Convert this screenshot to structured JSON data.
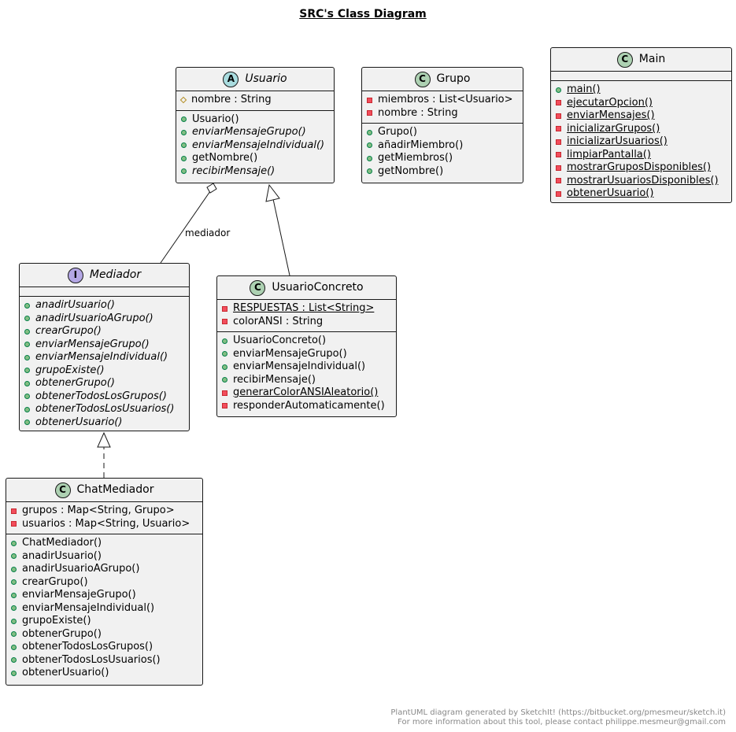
{
  "title": "SRC's Class Diagram",
  "classes": {
    "usuario": {
      "stereotype_glyph": "A",
      "name": "Usuario",
      "attributes": [
        {
          "vis": "protected",
          "text": "nombre : String",
          "italic": false,
          "underline": false
        }
      ],
      "methods": [
        {
          "vis": "public",
          "text": "Usuario()",
          "italic": false,
          "underline": false
        },
        {
          "vis": "public",
          "text": "enviarMensajeGrupo()",
          "italic": true,
          "underline": false
        },
        {
          "vis": "public",
          "text": "enviarMensajeIndividual()",
          "italic": true,
          "underline": false
        },
        {
          "vis": "public",
          "text": "getNombre()",
          "italic": false,
          "underline": false
        },
        {
          "vis": "public",
          "text": "recibirMensaje()",
          "italic": true,
          "underline": false
        }
      ]
    },
    "grupo": {
      "stereotype_glyph": "C",
      "name": "Grupo",
      "attributes": [
        {
          "vis": "private",
          "text": "miembros : List<Usuario>",
          "italic": false,
          "underline": false
        },
        {
          "vis": "private",
          "text": "nombre : String",
          "italic": false,
          "underline": false
        }
      ],
      "methods": [
        {
          "vis": "public",
          "text": "Grupo()",
          "italic": false,
          "underline": false
        },
        {
          "vis": "public",
          "text": "añadirMiembro()",
          "italic": false,
          "underline": false
        },
        {
          "vis": "public",
          "text": "getMiembros()",
          "italic": false,
          "underline": false
        },
        {
          "vis": "public",
          "text": "getNombre()",
          "italic": false,
          "underline": false
        }
      ]
    },
    "main": {
      "stereotype_glyph": "C",
      "name": "Main",
      "attributes": [],
      "methods": [
        {
          "vis": "public",
          "text": "main()",
          "italic": false,
          "underline": true
        },
        {
          "vis": "private",
          "text": "ejecutarOpcion()",
          "italic": false,
          "underline": true
        },
        {
          "vis": "private",
          "text": "enviarMensajes()",
          "italic": false,
          "underline": true
        },
        {
          "vis": "private",
          "text": "inicializarGrupos()",
          "italic": false,
          "underline": true
        },
        {
          "vis": "private",
          "text": "inicializarUsuarios()",
          "italic": false,
          "underline": true
        },
        {
          "vis": "private",
          "text": "limpiarPantalla()",
          "italic": false,
          "underline": true
        },
        {
          "vis": "private",
          "text": "mostrarGruposDisponibles()",
          "italic": false,
          "underline": true
        },
        {
          "vis": "private",
          "text": "mostrarUsuariosDisponibles()",
          "italic": false,
          "underline": true
        },
        {
          "vis": "private",
          "text": "obtenerUsuario()",
          "italic": false,
          "underline": true
        }
      ]
    },
    "mediador": {
      "stereotype_glyph": "I",
      "name": "Mediador",
      "attributes": [],
      "methods": [
        {
          "vis": "public",
          "text": "anadirUsuario()",
          "italic": true,
          "underline": false
        },
        {
          "vis": "public",
          "text": "anadirUsuarioAGrupo()",
          "italic": true,
          "underline": false
        },
        {
          "vis": "public",
          "text": "crearGrupo()",
          "italic": true,
          "underline": false
        },
        {
          "vis": "public",
          "text": "enviarMensajeGrupo()",
          "italic": true,
          "underline": false
        },
        {
          "vis": "public",
          "text": "enviarMensajeIndividual()",
          "italic": true,
          "underline": false
        },
        {
          "vis": "public",
          "text": "grupoExiste()",
          "italic": true,
          "underline": false
        },
        {
          "vis": "public",
          "text": "obtenerGrupo()",
          "italic": true,
          "underline": false
        },
        {
          "vis": "public",
          "text": "obtenerTodosLosGrupos()",
          "italic": true,
          "underline": false
        },
        {
          "vis": "public",
          "text": "obtenerTodosLosUsuarios()",
          "italic": true,
          "underline": false
        },
        {
          "vis": "public",
          "text": "obtenerUsuario()",
          "italic": true,
          "underline": false
        }
      ]
    },
    "usuario_concreto": {
      "stereotype_glyph": "C",
      "name": "UsuarioConcreto",
      "attributes": [
        {
          "vis": "private",
          "text": "RESPUESTAS : List<String>",
          "italic": false,
          "underline": true
        },
        {
          "vis": "private",
          "text": "colorANSI : String",
          "italic": false,
          "underline": false
        }
      ],
      "methods": [
        {
          "vis": "public",
          "text": "UsuarioConcreto()",
          "italic": false,
          "underline": false
        },
        {
          "vis": "public",
          "text": "enviarMensajeGrupo()",
          "italic": false,
          "underline": false
        },
        {
          "vis": "public",
          "text": "enviarMensajeIndividual()",
          "italic": false,
          "underline": false
        },
        {
          "vis": "public",
          "text": "recibirMensaje()",
          "italic": false,
          "underline": false
        },
        {
          "vis": "private",
          "text": "generarColorANSIAleatorio()",
          "italic": false,
          "underline": true
        },
        {
          "vis": "private",
          "text": "responderAutomaticamente()",
          "italic": false,
          "underline": false
        }
      ]
    },
    "chat_mediador": {
      "stereotype_glyph": "C",
      "name": "ChatMediador",
      "attributes": [
        {
          "vis": "private",
          "text": "grupos : Map<String, Grupo>",
          "italic": false,
          "underline": false
        },
        {
          "vis": "private",
          "text": "usuarios : Map<String, Usuario>",
          "italic": false,
          "underline": false
        }
      ],
      "methods": [
        {
          "vis": "public",
          "text": "ChatMediador()",
          "italic": false,
          "underline": false
        },
        {
          "vis": "public",
          "text": "anadirUsuario()",
          "italic": false,
          "underline": false
        },
        {
          "vis": "public",
          "text": "anadirUsuarioAGrupo()",
          "italic": false,
          "underline": false
        },
        {
          "vis": "public",
          "text": "crearGrupo()",
          "italic": false,
          "underline": false
        },
        {
          "vis": "public",
          "text": "enviarMensajeGrupo()",
          "italic": false,
          "underline": false
        },
        {
          "vis": "public",
          "text": "enviarMensajeIndividual()",
          "italic": false,
          "underline": false
        },
        {
          "vis": "public",
          "text": "grupoExiste()",
          "italic": false,
          "underline": false
        },
        {
          "vis": "public",
          "text": "obtenerGrupo()",
          "italic": false,
          "underline": false
        },
        {
          "vis": "public",
          "text": "obtenerTodosLosGrupos()",
          "italic": false,
          "underline": false
        },
        {
          "vis": "public",
          "text": "obtenerTodosLosUsuarios()",
          "italic": false,
          "underline": false
        },
        {
          "vis": "public",
          "text": "obtenerUsuario()",
          "italic": false,
          "underline": false
        }
      ]
    }
  },
  "relations": {
    "aggregation_label": "mediador"
  },
  "footer": {
    "line1": "PlantUML diagram generated by SketchIt! (https://bitbucket.org/pmesmeur/sketch.it)",
    "line2": "For more information about this tool, please contact philippe.mesmeur@gmail.com"
  }
}
